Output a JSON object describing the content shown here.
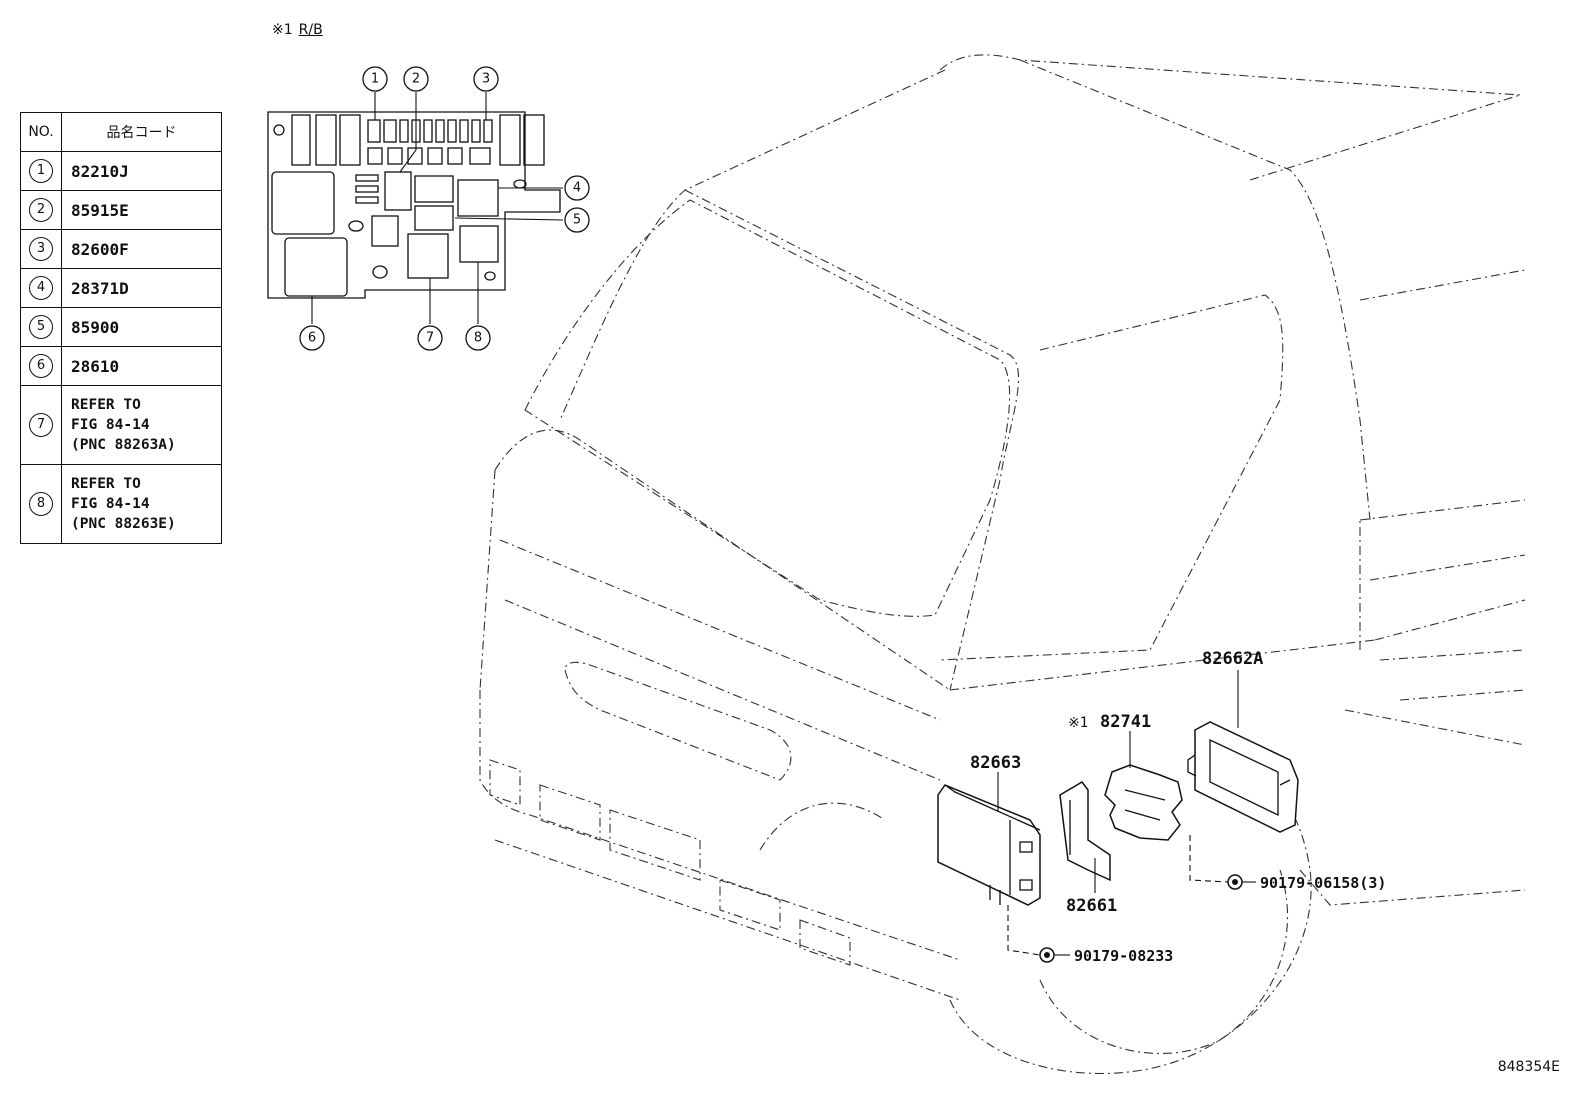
{
  "figure_id": "848354E",
  "relay_block": {
    "mark": "※1",
    "name": "R/B"
  },
  "legend": {
    "headers": {
      "no": "NO.",
      "code": "品名コード"
    },
    "rows": [
      {
        "no": "1",
        "code": "82210J"
      },
      {
        "no": "2",
        "code": "85915E"
      },
      {
        "no": "3",
        "code": "82600F"
      },
      {
        "no": "4",
        "code": "28371D"
      },
      {
        "no": "5",
        "code": "85900"
      },
      {
        "no": "6",
        "code": "28610"
      },
      {
        "no": "7",
        "code": "REFER TO\nFIG 84-14\n(PNC 88263A)"
      },
      {
        "no": "8",
        "code": "REFER TO\nFIG 84-14\n(PNC 88263E)"
      }
    ]
  },
  "callouts": {
    "c1": "1",
    "c2": "2",
    "c3": "3",
    "c4": "4",
    "c5": "5",
    "c6": "6",
    "c7": "7",
    "c8": "8"
  },
  "parts": {
    "p82662A": "82662A",
    "p82741": "82741",
    "p82741_mark": "※1",
    "p82663": "82663",
    "p82661": "82661",
    "p90179_06158": "90179-06158(3)",
    "p90179_08233": "90179-08233"
  }
}
